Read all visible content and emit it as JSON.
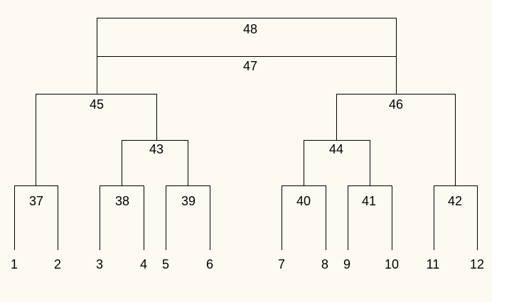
{
  "diagram": {
    "leaves": [
      "1",
      "2",
      "3",
      "4",
      "5",
      "6",
      "7",
      "8",
      "9",
      "10",
      "11",
      "12"
    ],
    "nodes": [
      {
        "id": "n37",
        "label": "37",
        "left": "leaf:0",
        "right": "leaf:1"
      },
      {
        "id": "n38",
        "label": "38",
        "left": "leaf:2",
        "right": "leaf:3"
      },
      {
        "id": "n39",
        "label": "39",
        "left": "leaf:4",
        "right": "leaf:5"
      },
      {
        "id": "n40",
        "label": "40",
        "left": "leaf:6",
        "right": "leaf:7"
      },
      {
        "id": "n41",
        "label": "41",
        "left": "leaf:8",
        "right": "leaf:9"
      },
      {
        "id": "n42",
        "label": "42",
        "left": "leaf:10",
        "right": "leaf:11"
      },
      {
        "id": "n43",
        "label": "43",
        "left": "n38",
        "right": "n39"
      },
      {
        "id": "n44",
        "label": "44",
        "left": "n40",
        "right": "n41"
      },
      {
        "id": "n45",
        "label": "45",
        "left": "n37",
        "right": "n43"
      },
      {
        "id": "n46",
        "label": "46",
        "left": "n44",
        "right": "n42"
      },
      {
        "id": "n47",
        "label": "47",
        "left": "n45",
        "right": "n46"
      },
      {
        "id": "n48",
        "label": "48",
        "left": "n45",
        "right": "n46"
      }
    ],
    "colors": {
      "background": "#fdfbf1",
      "line": "#000000",
      "text": "#000000"
    }
  }
}
